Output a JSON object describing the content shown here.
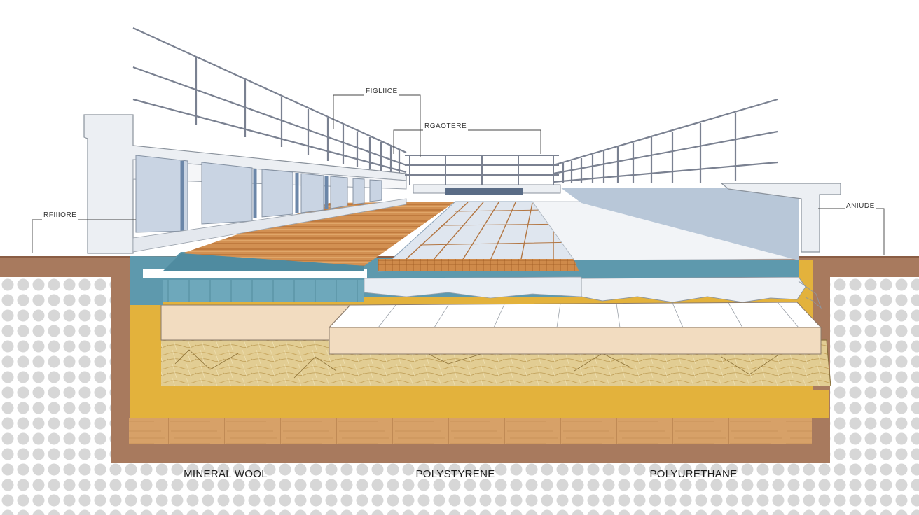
{
  "callouts": {
    "top_center": "FIGLIICE",
    "center": "RGAOTERE",
    "left": "RFIIIORE",
    "right": "ANIUDE"
  },
  "materials": {
    "left": "MINERAL WOOL",
    "center": "POLYSTYRENE",
    "right": "POLYURETHANE"
  },
  "colors": {
    "earth": "#a87a5e",
    "mineral_wool": "#e3b23c",
    "membrane_blue": "#5e99ad",
    "wood_deck": "#cf8a4a",
    "insulation_board": "#f2dcc0",
    "fiber_layer": "#dcc58a",
    "railing": "#7a8191",
    "wall": "#e8ebf0",
    "polka_dot": "#d8d8d8"
  }
}
